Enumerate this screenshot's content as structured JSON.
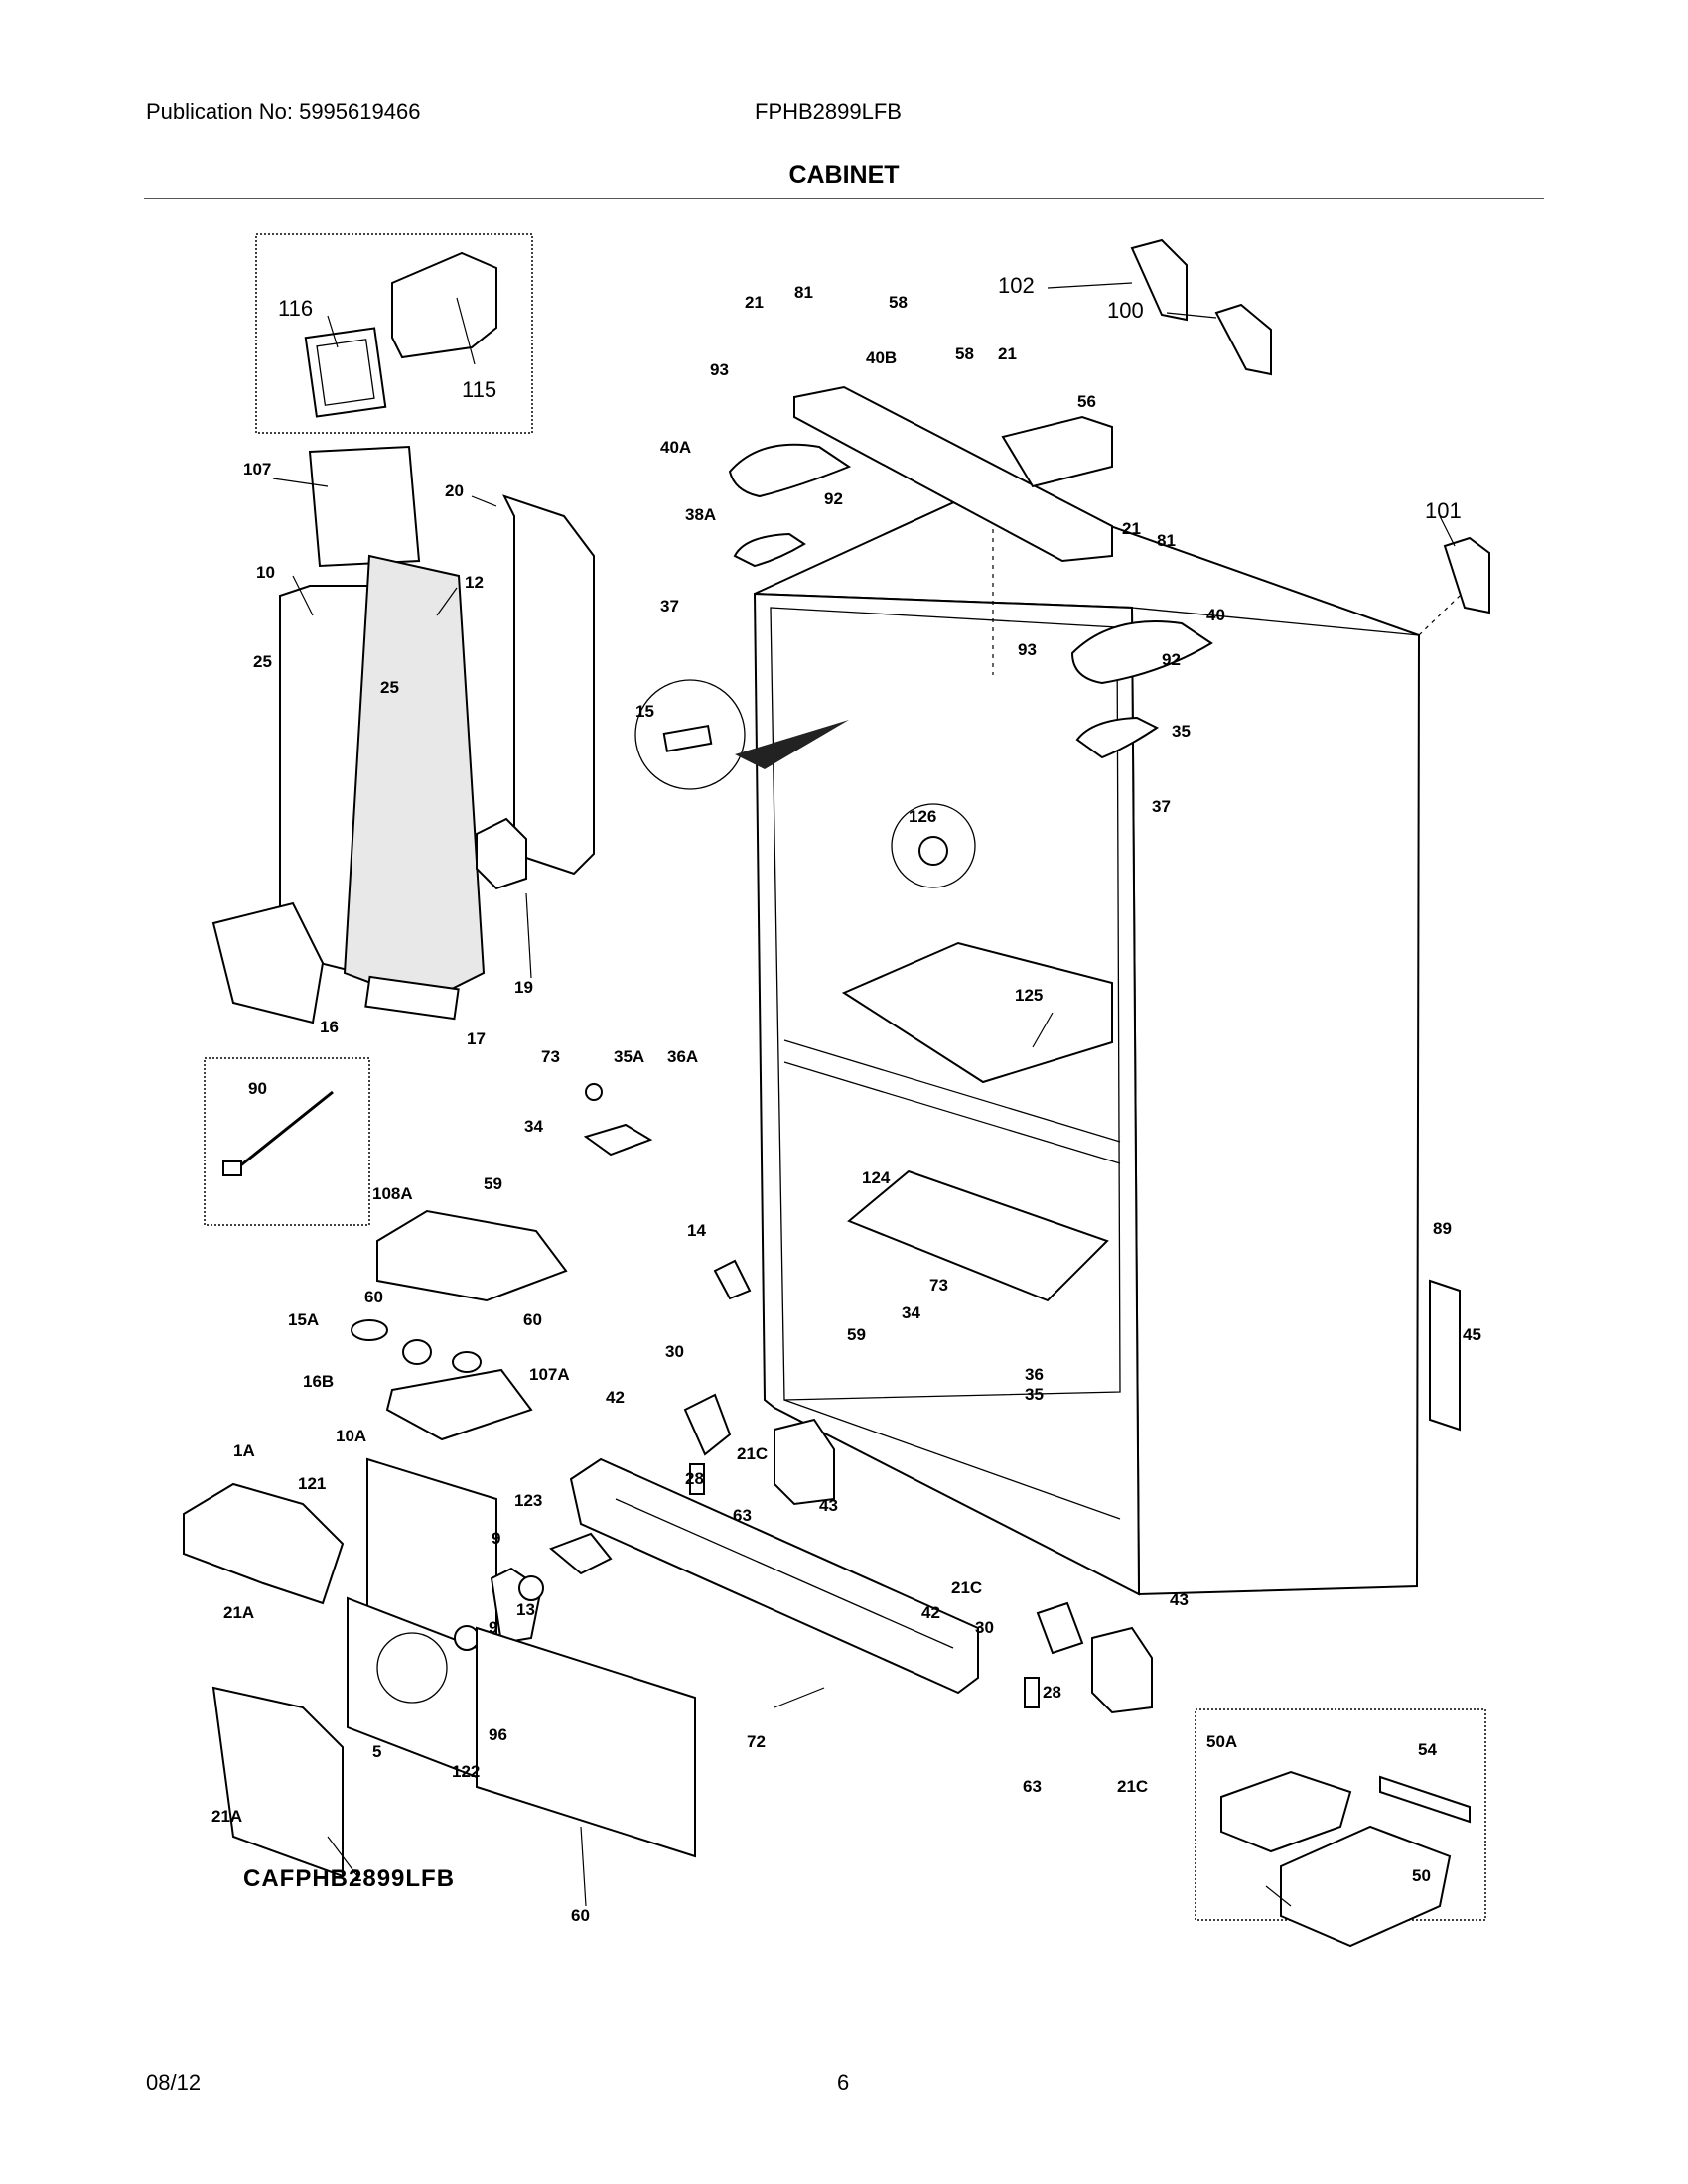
{
  "header": {
    "publication": "Publication No: 5995619466",
    "model": "FPHB2899LFB",
    "section_title": "CABINET"
  },
  "footer": {
    "date": "08/12",
    "page_number": "6"
  },
  "diagram": {
    "drawing_code": "CAFPHB2899LFB",
    "callouts": [
      "116",
      "115",
      "107",
      "20",
      "10",
      "12",
      "25",
      "25",
      "19",
      "16",
      "17",
      "21",
      "81",
      "58",
      "102",
      "100",
      "93",
      "40B",
      "58",
      "21",
      "56",
      "40A",
      "92",
      "38A",
      "21",
      "81",
      "93",
      "40",
      "92",
      "35",
      "37",
      "15",
      "126",
      "37",
      "101",
      "125",
      "73",
      "35A",
      "36A",
      "34",
      "59",
      "14",
      "90",
      "108A",
      "60",
      "15A",
      "60",
      "16B",
      "107A",
      "124",
      "73",
      "34",
      "59",
      "36",
      "35",
      "89",
      "45",
      "30",
      "42",
      "21C",
      "28",
      "63",
      "43",
      "1A",
      "10A",
      "121",
      "123",
      "9",
      "13",
      "9",
      "21A",
      "96",
      "5",
      "122",
      "72",
      "21C",
      "42",
      "30",
      "43",
      "28",
      "63",
      "21C",
      "50A",
      "54",
      "50",
      "21A",
      "1",
      "60"
    ]
  }
}
